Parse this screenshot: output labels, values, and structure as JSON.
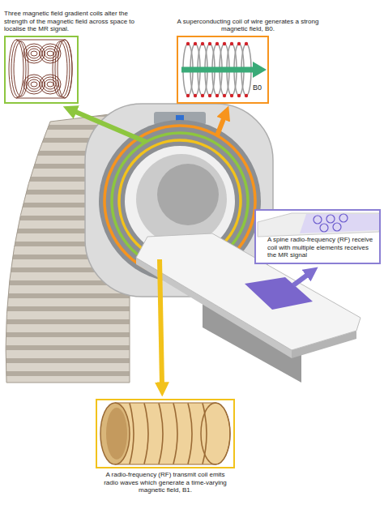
{
  "diagram": {
    "nodes": [
      {
        "text": [
          "Three magnetic field gradient coils alter the strength of the magnetic field across space to localise the MR signal."
        ]
      },
      {
        "text": [
          "A superconducting coil of wire generates a strong magnetic field, B0."
        ]
      },
      {
        "text": [
          "A spine radio-frequency (RF) receive coil with multiple elements receives the MR signal"
        ]
      },
      {
        "text": [
          "A radio-frequency (RF) transmit coil emits radio waves which generate a time-varying magnetic field, B1."
        ]
      }
    ],
    "labels": [
      "B0"
    ]
  }
}
